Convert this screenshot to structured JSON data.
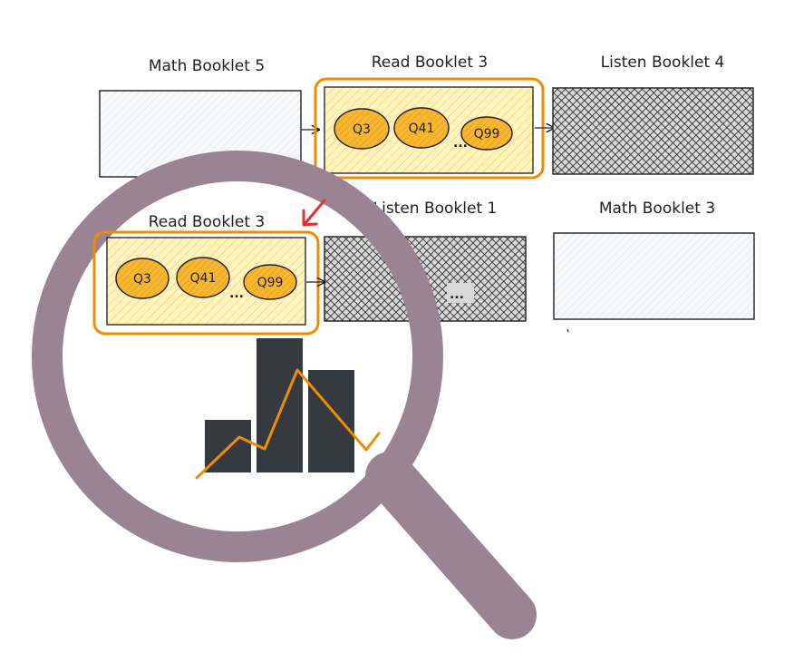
{
  "booklets": {
    "row1": [
      {
        "title": "Math Booklet 5",
        "style": "light"
      },
      {
        "title": "Read Booklet 3",
        "style": "yellow",
        "highlight": true,
        "questions": [
          "Q3",
          "Q41",
          "Q99"
        ],
        "ellipsis": "..."
      },
      {
        "title": "Listen Booklet 4",
        "style": "crosshatch"
      }
    ],
    "row2": [
      {
        "title": "Read Booklet 3",
        "style": "yellow",
        "highlight": true,
        "questions": [
          "Q3",
          "Q41",
          "Q99"
        ],
        "ellipsis": "..."
      },
      {
        "title": "Listen Booklet 1",
        "style": "crosshatch",
        "ellipsis": "..."
      },
      {
        "title": "Math Booklet 3",
        "style": "light"
      }
    ]
  },
  "colors": {
    "highlight": "#f08c00",
    "question_fill": "#f7b731",
    "booklet_yellow": "#fff3bf",
    "booklet_light": "#f1f3f5",
    "crosshatch": "#1e1e1e",
    "magnifier": "#9a8494",
    "arrow_red": "#e03131",
    "bars": "#343a40",
    "trend_line": "#f08c00"
  },
  "icons": [
    "magnifying-glass-icon",
    "bar-chart-icon",
    "trend-line-icon"
  ]
}
